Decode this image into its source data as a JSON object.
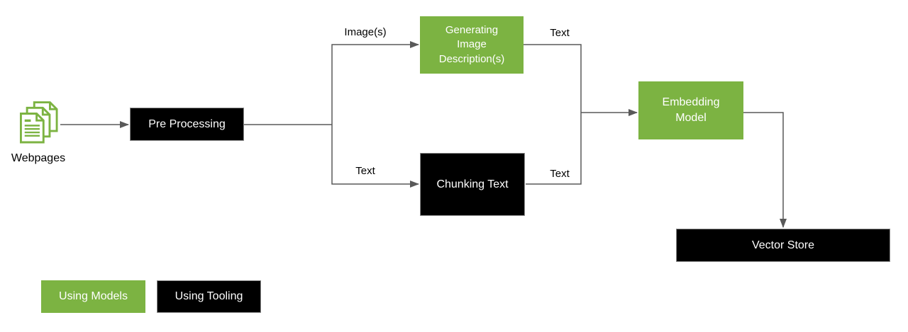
{
  "colors": {
    "model_green": "#7CB342",
    "tooling_black": "#000000",
    "connector_gray": "#595959",
    "box_text_white": "#ffffff",
    "label_text_black": "#000000",
    "canvas_background": "#ffffff"
  },
  "nodes": {
    "webpages": {
      "label": "Webpages",
      "icon": "webpages-documents-icon"
    },
    "pre_processing": {
      "label": "Pre Processing",
      "kind": "tooling"
    },
    "generating_image_descriptions": {
      "line1": "Generating",
      "line2": "Image",
      "line3": "Description(s)",
      "kind": "model"
    },
    "chunking_text": {
      "label": "Chunking Text",
      "kind": "tooling"
    },
    "embedding_model": {
      "line1": "Embedding",
      "line2": "Model",
      "kind": "model"
    },
    "vector_store": {
      "label": "Vector Store",
      "kind": "tooling"
    }
  },
  "edge_labels": {
    "pre_to_generating": "Image(s)",
    "pre_to_chunking": "Text",
    "generating_to_embedding": "Text",
    "chunking_to_embedding": "Text"
  },
  "edges": [
    {
      "from": "webpages",
      "to": "pre_processing",
      "label": ""
    },
    {
      "from": "pre_processing",
      "to": "generating_image_descriptions",
      "label": "Image(s)"
    },
    {
      "from": "pre_processing",
      "to": "chunking_text",
      "label": "Text"
    },
    {
      "from": "generating_image_descriptions",
      "to": "embedding_model",
      "label": "Text"
    },
    {
      "from": "chunking_text",
      "to": "embedding_model",
      "label": "Text"
    },
    {
      "from": "embedding_model",
      "to": "vector_store",
      "label": ""
    }
  ],
  "legend": {
    "using_models": "Using Models",
    "using_tooling": "Using Tooling"
  }
}
